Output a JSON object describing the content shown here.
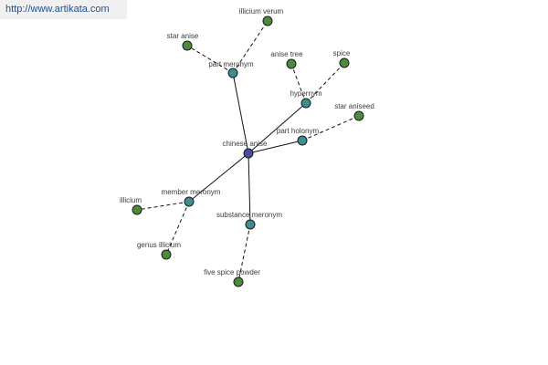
{
  "site_url": "http://www.artikata.com",
  "colors": {
    "center": "#4a4f9a",
    "relation": "#3d8f8f",
    "leaf": "#4f8a3c",
    "node_stroke": "#1a1a1a"
  },
  "graph": {
    "nodes": [
      {
        "id": "center",
        "label": "chinese anise",
        "kind": "center"
      },
      {
        "id": "part_meronym",
        "label": "part meronym",
        "kind": "relation"
      },
      {
        "id": "hypernym",
        "label": "hypernym",
        "kind": "relation"
      },
      {
        "id": "part_holonym",
        "label": "part holonym",
        "kind": "relation"
      },
      {
        "id": "member_meronym",
        "label": "member meronym",
        "kind": "relation"
      },
      {
        "id": "substance_meronym",
        "label": "substance meronym",
        "kind": "relation"
      },
      {
        "id": "illicium_verum",
        "label": "illicium verum",
        "kind": "leaf"
      },
      {
        "id": "star_anise",
        "label": "star anise",
        "kind": "leaf"
      },
      {
        "id": "anise_tree",
        "label": "anise tree",
        "kind": "leaf"
      },
      {
        "id": "spice",
        "label": "spice",
        "kind": "leaf"
      },
      {
        "id": "star_aniseed",
        "label": "star aniseed",
        "kind": "leaf"
      },
      {
        "id": "illicium",
        "label": "illicium",
        "kind": "leaf"
      },
      {
        "id": "genus_illicium",
        "label": "genus illicium",
        "kind": "leaf"
      },
      {
        "id": "five_spice_powder",
        "label": "five spice powder",
        "kind": "leaf"
      }
    ],
    "edges": [
      {
        "from": "center",
        "to": "part_meronym",
        "style": "solid"
      },
      {
        "from": "center",
        "to": "hypernym",
        "style": "solid"
      },
      {
        "from": "center",
        "to": "part_holonym",
        "style": "solid"
      },
      {
        "from": "center",
        "to": "member_meronym",
        "style": "solid"
      },
      {
        "from": "center",
        "to": "substance_meronym",
        "style": "solid"
      },
      {
        "from": "part_meronym",
        "to": "illicium_verum",
        "style": "dashed"
      },
      {
        "from": "part_meronym",
        "to": "star_anise",
        "style": "dashed"
      },
      {
        "from": "hypernym",
        "to": "anise_tree",
        "style": "dashed"
      },
      {
        "from": "hypernym",
        "to": "spice",
        "style": "dashed"
      },
      {
        "from": "part_holonym",
        "to": "star_aniseed",
        "style": "dashed"
      },
      {
        "from": "member_meronym",
        "to": "illicium",
        "style": "dashed"
      },
      {
        "from": "member_meronym",
        "to": "genus_illicium",
        "style": "dashed"
      },
      {
        "from": "substance_meronym",
        "to": "five_spice_powder",
        "style": "dashed"
      }
    ]
  }
}
